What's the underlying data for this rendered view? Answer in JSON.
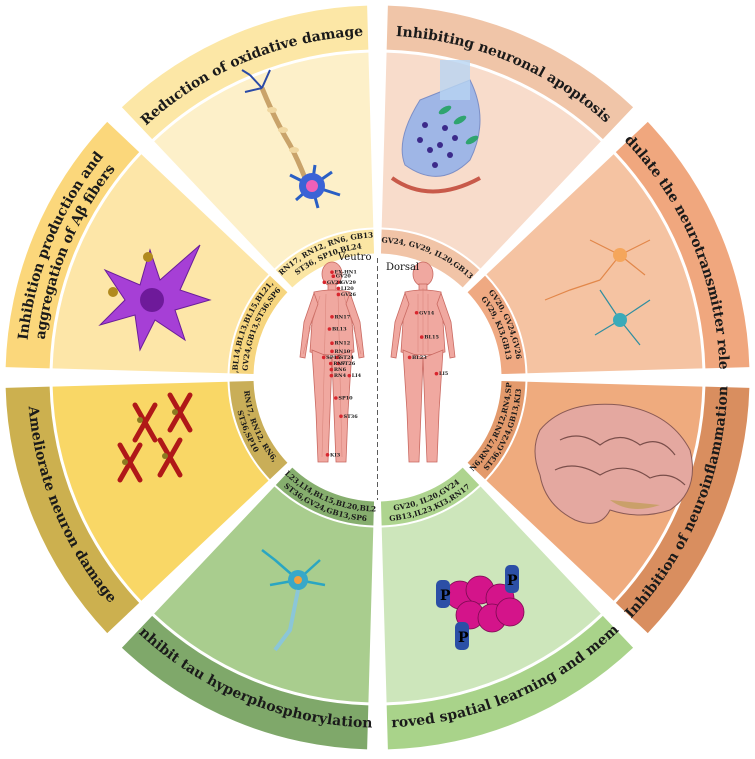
{
  "segments": [
    {
      "id": "apoptosis",
      "outer_label": "Inhibiting neuronal apoptosis",
      "acupoints": "GV24, GV29, IL20,GB13",
      "colors": {
        "outer": "#f0c5a8",
        "middle": "#f8dccb",
        "inner": "#f1c4a7"
      }
    },
    {
      "id": "neurotransmitter",
      "outer_label": "Modulate the neurotransmitter release",
      "acupoints": "GV20, GV24,GV26 | GV29, KI3,GB13",
      "colors": {
        "outer": "#f0a77e",
        "middle": "#f5c3a2",
        "inner": "#efa982"
      }
    },
    {
      "id": "neuroinflammation",
      "outer_label": "Inhibition of neuroinflammation",
      "acupoints": "RN6,RN17,RN12,RN4,SP10 | ST36,GV24,GB13,KI3",
      "colors": {
        "outer": "#d98e5f",
        "middle": "#efab7e",
        "inner": "#e39a6c"
      }
    },
    {
      "id": "spatial",
      "outer_label": "Improved spatial learning and memory",
      "acupoints": "GV20, IL20,GV24 | GB13,IL23,KI3,RN17",
      "colors": {
        "outer": "#a9d38a",
        "middle": "#cde6bb",
        "inner": "#aed48f"
      }
    },
    {
      "id": "tau",
      "outer_label": "Inhibit tau hyperphosphorylation",
      "acupoints": "BL23,LI4,BL15,BL20,BL25 | ST36,GV24,GB13,SP6",
      "colors": {
        "outer": "#7fa86a",
        "middle": "#a9cd8e",
        "inner": "#86ae6e"
      }
    },
    {
      "id": "neuron_damage",
      "outer_label": "Ameliorate neuron damage",
      "acupoints": "RN17, RN12, RN6, | ST36,SP10",
      "colors": {
        "outer": "#ccb04f",
        "middle": "#f9d766",
        "inner": "#c9ae58"
      }
    },
    {
      "id": "abeta",
      "outer_label": "Inhibition production and | aggregation of Aβ fibers",
      "acupoints": "BL20,BL14,BL13,BL15,BL21,BL23, | GV24,GB13,ST36,SP6",
      "colors": {
        "outer": "#fbd77b",
        "middle": "#fde6a8",
        "inner": "#f6d57e"
      }
    },
    {
      "id": "oxidative",
      "outer_label": "Reduction of oxidative damage",
      "acupoints": "RN17, RN12, RN6, GB13 | ST36, SP10,BL24",
      "colors": {
        "outer": "#fce7a6",
        "middle": "#fdf0c9",
        "inner": "#fbe6a4"
      }
    }
  ],
  "center": {
    "front_label": "Veutro",
    "back_label": "Dorsal",
    "front_points": [
      {
        "label": "EX-HN1",
        "value": [
          0.5,
          0.05
        ]
      },
      {
        "label": "GV20",
        "value": [
          0.52,
          0.07
        ]
      },
      {
        "label": "GV29",
        "value": [
          0.6,
          0.1
        ]
      },
      {
        "label": "LI20",
        "value": [
          0.6,
          0.13
        ]
      },
      {
        "label": "GV26",
        "value": [
          0.6,
          0.16
        ]
      },
      {
        "label": "GV24",
        "value": [
          0.38,
          0.1
        ]
      },
      {
        "label": "RN17",
        "value": [
          0.5,
          0.27
        ]
      },
      {
        "label": "BL13",
        "value": [
          0.46,
          0.33
        ]
      },
      {
        "label": "RN12",
        "value": [
          0.5,
          0.4
        ]
      },
      {
        "label": "RN10",
        "value": [
          0.5,
          0.44
        ]
      },
      {
        "label": "ST24",
        "value": [
          0.58,
          0.47
        ]
      },
      {
        "label": "ST26",
        "value": [
          0.6,
          0.5
        ]
      },
      {
        "label": "SP15",
        "value": [
          0.37,
          0.47
        ]
      },
      {
        "label": "RN7",
        "value": [
          0.48,
          0.5
        ]
      },
      {
        "label": "RN6",
        "value": [
          0.49,
          0.53
        ]
      },
      {
        "label": "RN4",
        "value": [
          0.49,
          0.56
        ]
      },
      {
        "label": "LI4",
        "value": [
          0.77,
          0.56
        ]
      },
      {
        "label": "SP10",
        "value": [
          0.56,
          0.67
        ]
      },
      {
        "label": "ST36",
        "value": [
          0.64,
          0.76
        ]
      },
      {
        "label": "KI3",
        "value": [
          0.43,
          0.95
        ]
      }
    ],
    "back_points": [
      {
        "label": "GV14",
        "value": [
          0.4,
          0.25
        ]
      },
      {
        "label": "BL15",
        "value": [
          0.48,
          0.37
        ]
      },
      {
        "label": "BL23",
        "value": [
          0.29,
          0.47
        ]
      },
      {
        "label": "LI5",
        "value": [
          0.71,
          0.55
        ]
      }
    ]
  }
}
